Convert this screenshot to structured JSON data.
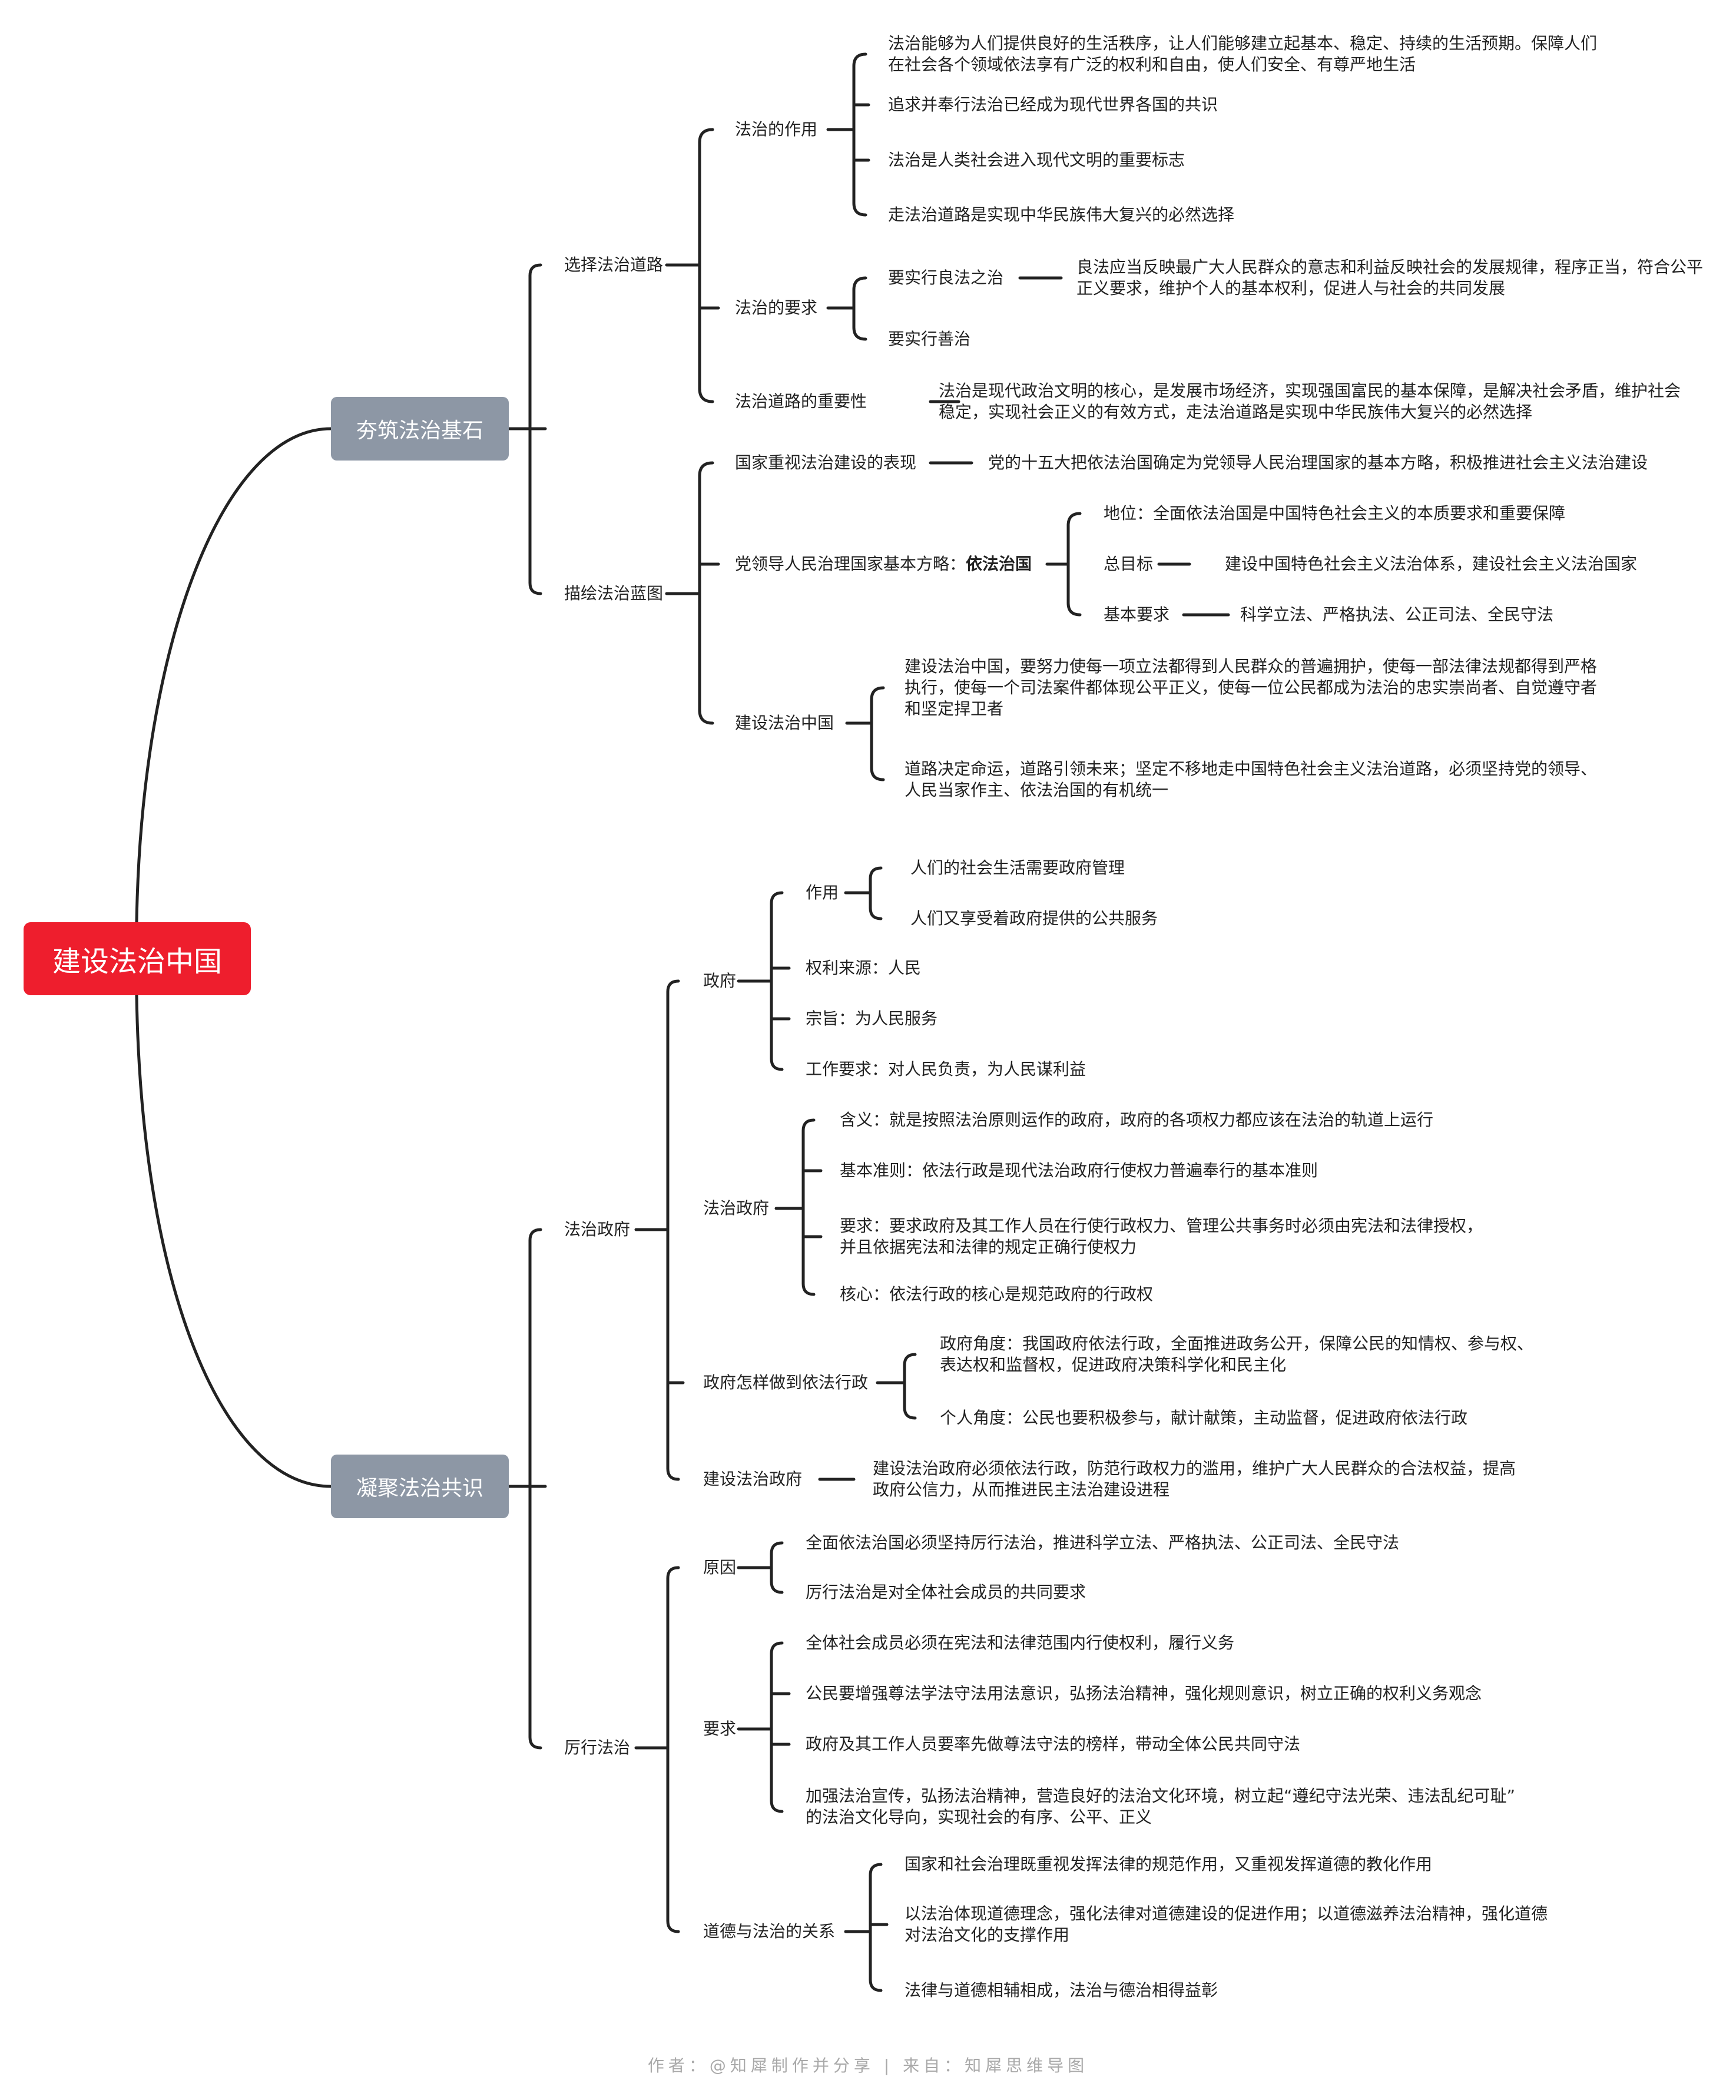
{
  "root": "建设法治中国",
  "b1": {
    "label": "夯筑法治基石",
    "s1": {
      "label": "选择法治道路",
      "role": {
        "label": "法治的作用",
        "items": [
          "法治能够为人们提供良好的生活秩序，让人们能够建立起基本、稳定、持续的生活预期。保障人们",
          "在社会各个领域依法享有广泛的权利和自由，使人们安全、有尊严地生活",
          "追求并奉行法治已经成为现代世界各国的共识",
          "法治是人类社会进入现代文明的重要标志",
          "走法治道路是实现中华民族伟大复兴的必然选择"
        ]
      },
      "req": {
        "label": "法治的要求",
        "good_law": "要实行良法之治",
        "good_law_desc": [
          "良法应当反映最广大人民群众的意志和利益反映社会的发展规律，程序正当，符合公平",
          "正义要求，维护个人的基本权利，促进人与社会的共同发展"
        ],
        "good_gov": "要实行善治"
      },
      "importance": {
        "label": "法治道路的重要性",
        "desc": [
          "法治是现代政治文明的核心，是发展市场经济，实现强国富民的基本保障，是解决社会矛盾，维护社会",
          "稳定，实现社会正义的有效方式，走法治道路是实现中华民族伟大复兴的必然选择"
        ]
      }
    },
    "s2": {
      "label": "描绘法治蓝图",
      "attention": {
        "label": "国家重视法治建设的表现",
        "desc": "党的十五大把依法治国确定为党领导人民治理国家的基本方略，积极推进社会主义法治建设"
      },
      "strategy": {
        "label_prefix": "党领导人民治理国家基本方略：",
        "label_bold": "依法治国",
        "status": "地位：全面依法治国是中国特色社会主义的本质要求和重要保障",
        "goal": "总目标",
        "goal_desc": "建设中国特色社会主义法治体系，建设社会主义法治国家",
        "basic": "基本要求",
        "basic_desc": "科学立法、严格执法、公正司法、全民守法"
      },
      "build": {
        "label": "建设法治中国",
        "p1": [
          "建设法治中国，要努力使每一项立法都得到人民群众的普遍拥护，使每一部法律法规都得到严格",
          "执行，使每一个司法案件都体现公平正义，使每一位公民都成为法治的忠实崇尚者、自觉遵守者",
          "和坚定捍卫者"
        ],
        "p2": [
          "道路决定命运，道路引领未来；坚定不移地走中国特色社会主义法治道路，必须坚持党的领导、",
          "人民当家作主、依法治国的有机统一"
        ]
      }
    }
  },
  "b2": {
    "label": "凝聚法治共识",
    "s1": {
      "label": "法治政府",
      "gov": {
        "label": "政府",
        "role": "作用",
        "role_items": [
          "人们的社会生活需要政府管理",
          "人们又享受着政府提供的公共服务"
        ],
        "source": "权利来源：人民",
        "purpose": "宗旨：为人民服务",
        "work": "工作要求：对人民负责，为人民谋利益"
      },
      "lawgov": {
        "label": "法治政府",
        "meaning": "含义：就是按照法治原则运作的政府，政府的各项权力都应该在法治的轨道上运行",
        "principle": "基本准则：依法行政是现代法治政府行使权力普遍奉行的基本准则",
        "require": [
          "要求：要求政府及其工作人员在行使行政权力、管理公共事务时必须由宪法和法律授权，",
          "并且依据宪法和法律的规定正确行使权力"
        ],
        "core": "核心：依法行政的核心是规范政府的行政权"
      },
      "how": {
        "label": "政府怎样做到依法行政",
        "gov_view": [
          "政府角度：我国政府依法行政，全面推进政务公开，保障公民的知情权、参与权、",
          "表达权和监督权，促进政府决策科学化和民主化"
        ],
        "personal_view": "个人角度：公民也要积极参与，献计献策，主动监督，促进政府依法行政"
      },
      "build": {
        "label": "建设法治政府",
        "desc": [
          "建设法治政府必须依法行政，防范行政权力的滥用，维护广大人民群众的合法权益，提高",
          "政府公信力，从而推进民主法治建设进程"
        ]
      }
    },
    "s2": {
      "label": "厉行法治",
      "reason": {
        "label": "原因",
        "items": [
          "全面依法治国必须坚持厉行法治，推进科学立法、严格执法、公正司法、全民守法",
          "厉行法治是对全体社会成员的共同要求"
        ]
      },
      "require": {
        "label": "要求",
        "items": [
          "全体社会成员必须在宪法和法律范围内行使权利，履行义务",
          "公民要增强尊法学法守法用法意识，弘扬法治精神，强化规则意识，树立正确的权利义务观念",
          "政府及其工作人员要率先做尊法守法的榜样，带动全体公民共同守法"
        ],
        "last": [
          "加强法治宣传，弘扬法治精神，营造良好的法治文化环境，树立起“遵纪守法光荣、违法乱纪可耻”",
          "的法治文化导向，实现社会的有序、公平、正义"
        ]
      },
      "moral": {
        "label": "道德与法治的关系",
        "i1": "国家和社会治理既重视发挥法律的规范作用，又重视发挥道德的教化作用",
        "i2": [
          "以法治体现道德理念，强化法律对道德建设的促进作用；以道德滋养法治精神，强化道德",
          "对法治文化的支撑作用"
        ],
        "i3": "法律与道德相辅相成，法治与德治相得益彰"
      }
    }
  },
  "footer": "作者：@知犀制作并分享 | 来自：知犀思维导图"
}
